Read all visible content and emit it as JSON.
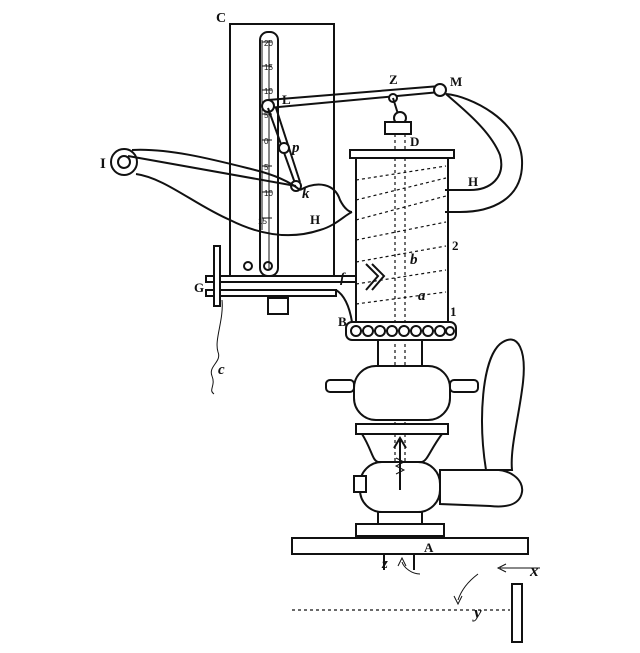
{
  "labels": {
    "C": "C",
    "Z_top": "Z",
    "M": "M",
    "L": "L",
    "D": "D",
    "I": "I",
    "p": "p",
    "k": "k",
    "H_left": "H",
    "H_right": "H",
    "two": "2",
    "b": "b",
    "f": "f",
    "a": "a",
    "one": "1",
    "G": "G",
    "B": "B",
    "c": "c",
    "A": "A",
    "z_bottom": "z",
    "x": "x",
    "y": "y"
  },
  "scale_ticks": [
    "20",
    "15",
    "10",
    "5",
    "0",
    "5",
    "10",
    "15"
  ]
}
